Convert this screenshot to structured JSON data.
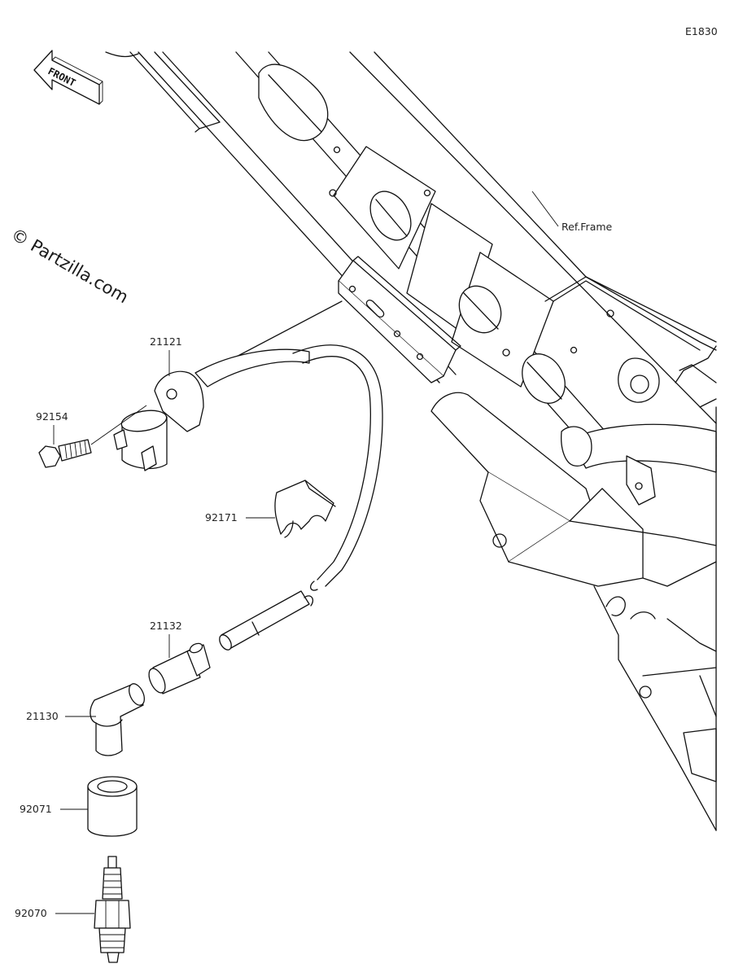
{
  "diagram_code": "E1830",
  "watermark": "© Partzilla.com",
  "direction_label": "FRONT",
  "reference_label": "Ref.Frame",
  "parts": [
    {
      "id": "21121"
    },
    {
      "id": "92154"
    },
    {
      "id": "92171"
    },
    {
      "id": "21132"
    },
    {
      "id": "21130"
    },
    {
      "id": "92071"
    },
    {
      "id": "92070"
    }
  ]
}
